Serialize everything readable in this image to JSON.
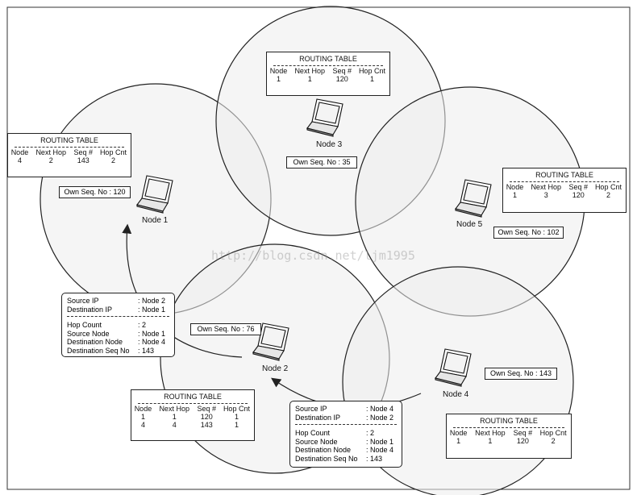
{
  "watermark": "http://blog.csdn.net/ljm1995",
  "routing_tables": [
    {
      "id": "node3",
      "title": "ROUTING TABLE",
      "headers": [
        "Node",
        "Next Hop",
        "Seq #",
        "Hop Cnt"
      ],
      "rows": [
        [
          "1",
          "1",
          "120",
          "1"
        ]
      ]
    },
    {
      "id": "node1",
      "title": "ROUTING TABLE",
      "headers": [
        "Node",
        "Next Hop",
        "Seq #",
        "Hop Cnt"
      ],
      "rows": [
        [
          "4",
          "2",
          "143",
          "2"
        ]
      ]
    },
    {
      "id": "node5",
      "title": "ROUTING TABLE",
      "headers": [
        "Node",
        "Next Hop",
        "Seq #",
        "Hop Cnt"
      ],
      "rows": [
        [
          "1",
          "3",
          "120",
          "2"
        ]
      ]
    },
    {
      "id": "node2",
      "title": "ROUTING TABLE",
      "headers": [
        "Node",
        "Next Hop",
        "Seq #",
        "Hop Cnt"
      ],
      "rows": [
        [
          "1",
          "1",
          "120",
          "1"
        ],
        [
          "4",
          "4",
          "143",
          "1"
        ]
      ]
    },
    {
      "id": "node4",
      "title": "ROUTING TABLE",
      "headers": [
        "Node",
        "Next Hop",
        "Seq #",
        "Hop Cnt"
      ],
      "rows": [
        [
          "1",
          "1",
          "120",
          "2"
        ]
      ]
    }
  ],
  "nodes": {
    "node1": {
      "label": "Node 1",
      "own_seq": "Own Seq. No : 120"
    },
    "node2": {
      "label": "Node 2",
      "own_seq": "Own Seq. No : 76"
    },
    "node3": {
      "label": "Node 3",
      "own_seq": "Own Seq. No : 35"
    },
    "node4": {
      "label": "Node 4",
      "own_seq": "Own Seq. No : 143"
    },
    "node5": {
      "label": "Node 5",
      "own_seq": "Own Seq. No : 102"
    }
  },
  "packets": [
    {
      "id": "rrep-2-to-1",
      "header": [
        [
          "Source IP",
          ": Node 2"
        ],
        [
          "Destination IP",
          ": Node 1"
        ]
      ],
      "body": [
        [
          "Hop Count",
          ": 2"
        ],
        [
          "Source Node",
          ": Node 1"
        ],
        [
          "Destination Node",
          ": Node 4"
        ],
        [
          "Destination Seq No",
          ": 143"
        ]
      ]
    },
    {
      "id": "rrep-4-to-2",
      "header": [
        [
          "Source IP",
          ": Node 4"
        ],
        [
          "Destination IP",
          ": Node 2"
        ]
      ],
      "body": [
        [
          "Hop Count",
          ": 2"
        ],
        [
          "Source Node",
          ": Node 1"
        ],
        [
          "Destination Node",
          ": Node 4"
        ],
        [
          "Destination Seq No",
          ": 143"
        ]
      ]
    }
  ],
  "colors": {
    "range_fill": "#ececec",
    "range_stroke": "#222222",
    "overlap_fill": "#d8d8d8",
    "line": "#222222"
  }
}
